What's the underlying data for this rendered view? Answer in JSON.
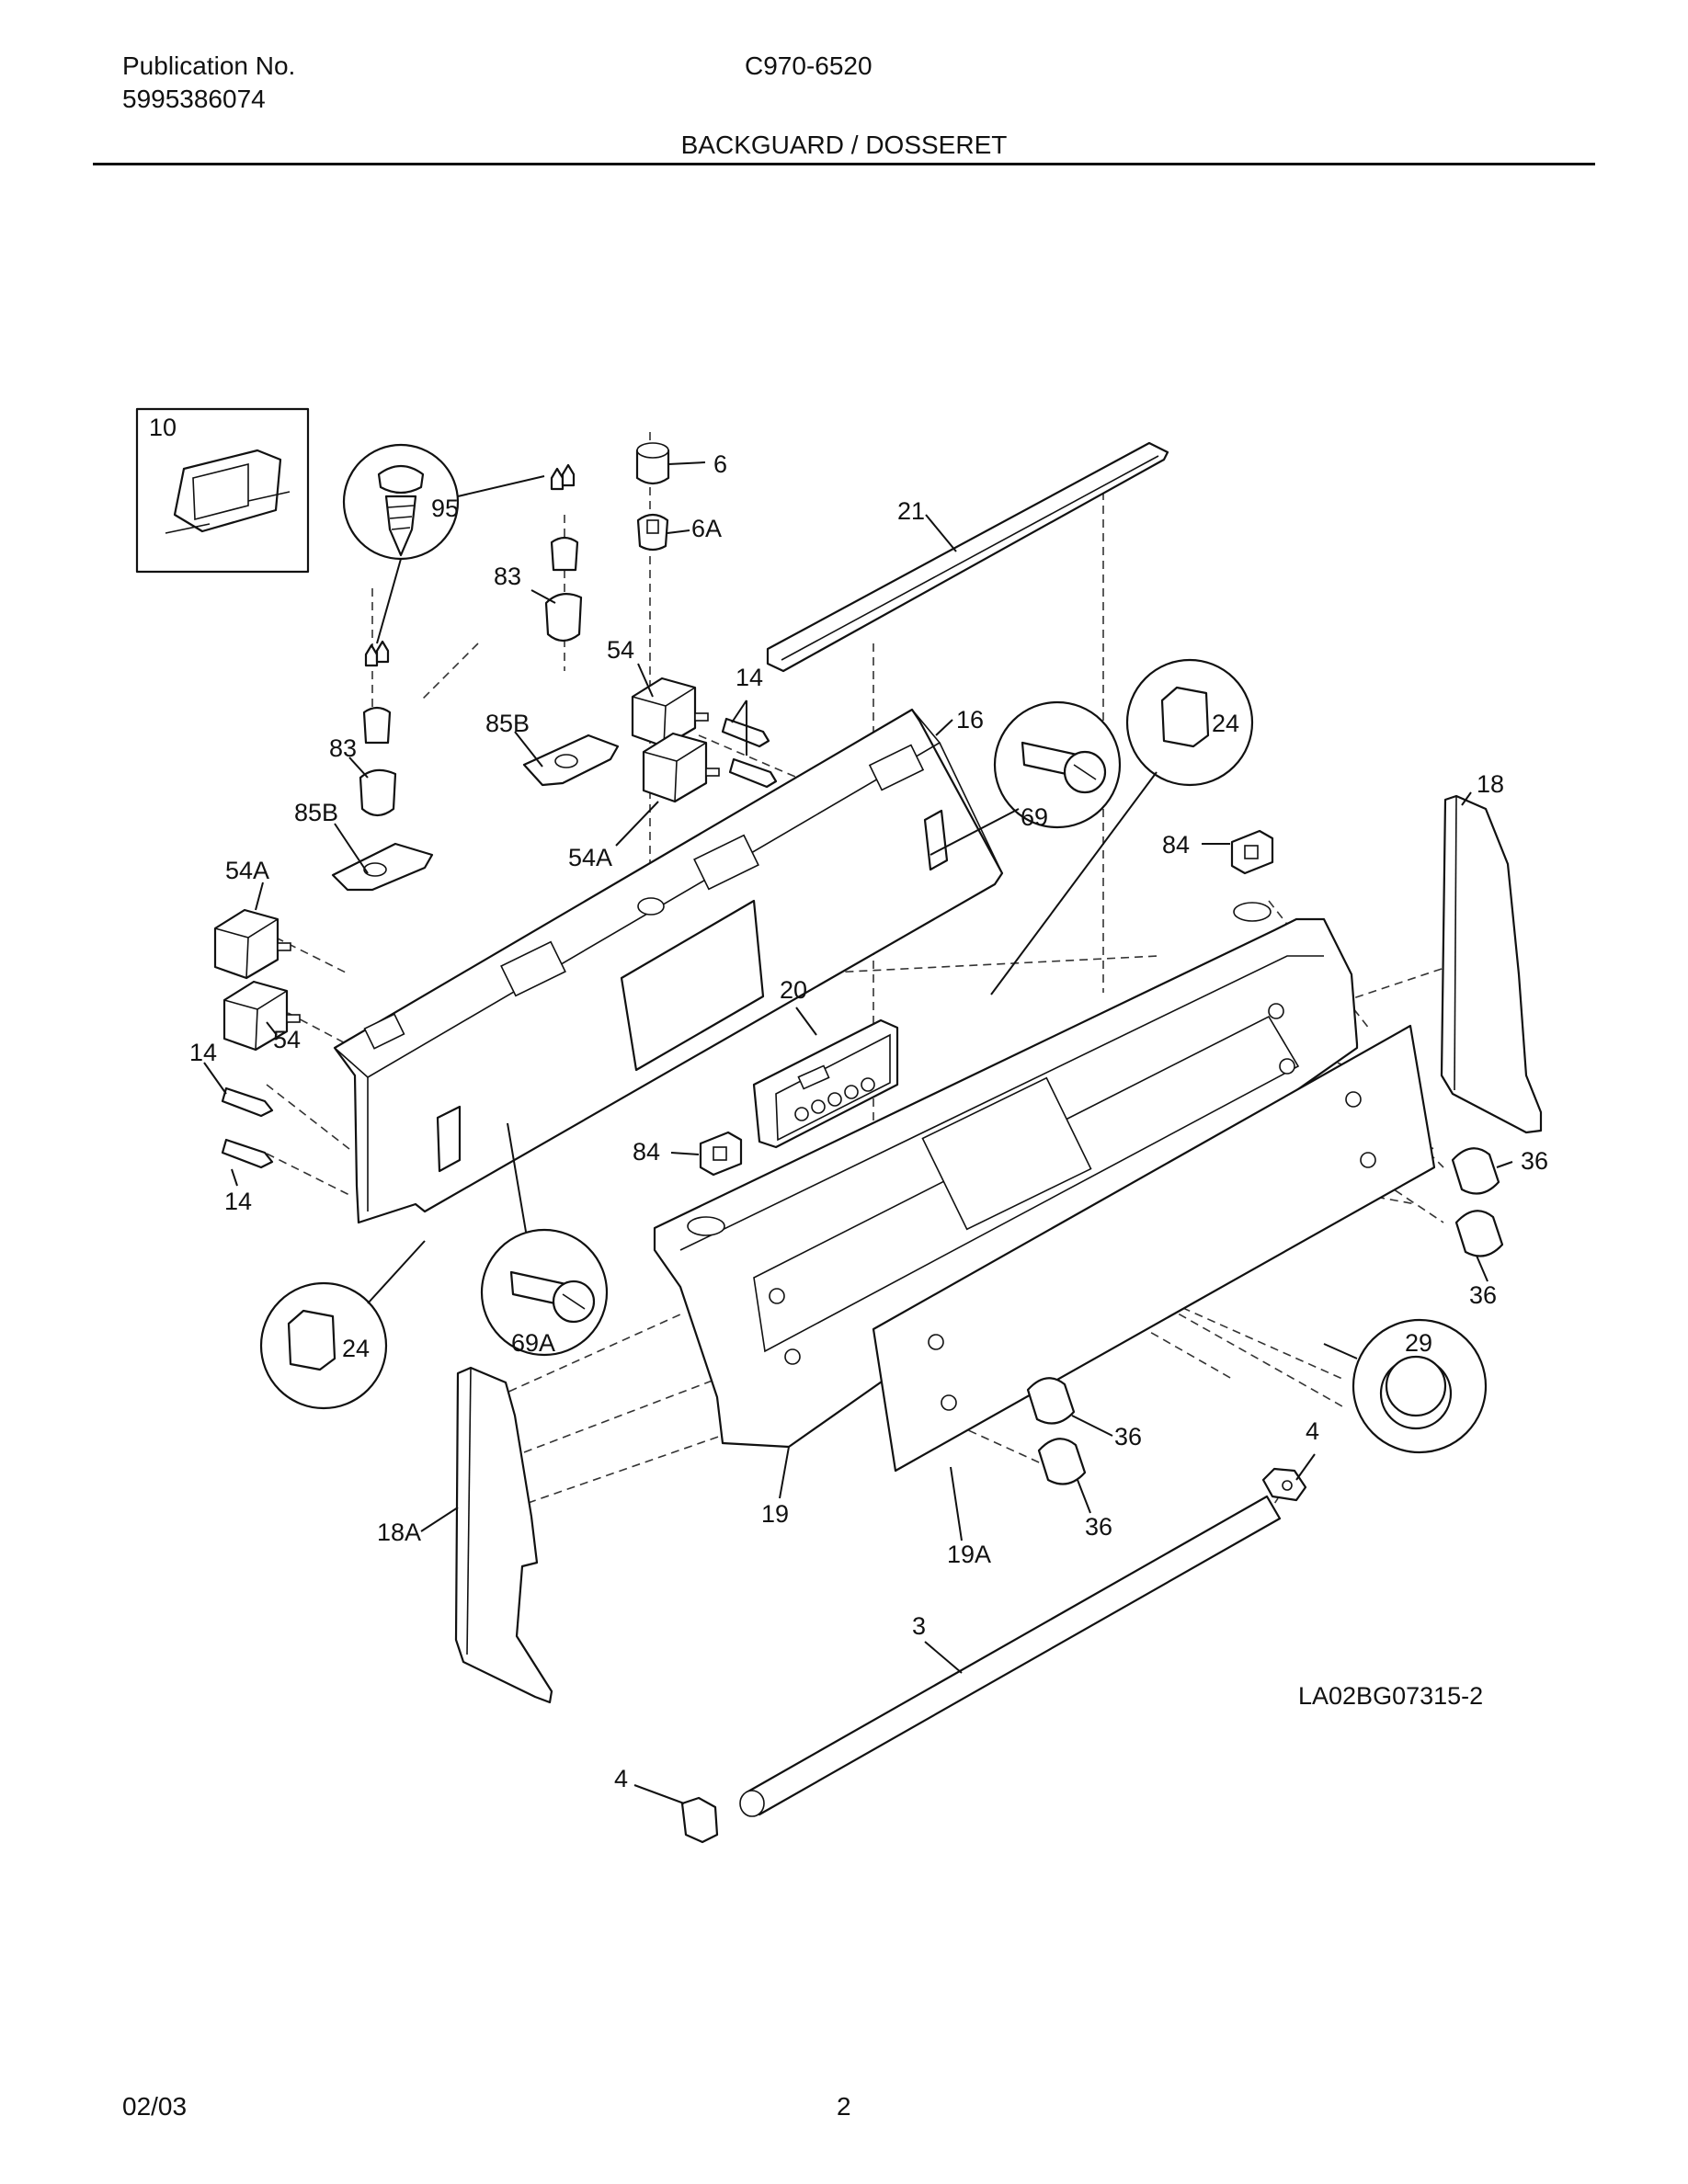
{
  "header": {
    "publication_label": "Publication No.",
    "publication_number": "5995386074",
    "model": "C970-6520",
    "title": "BACKGUARD / DOSSERET"
  },
  "footer": {
    "date": "02/03",
    "page": "2"
  },
  "diagram": {
    "drawing_id": "LA02BG07315-2",
    "callouts": [
      "10",
      "95",
      "83",
      "6",
      "6A",
      "21",
      "54",
      "14",
      "85B",
      "16",
      "83",
      "85B",
      "54A",
      "69",
      "24",
      "18",
      "84",
      "54A",
      "20",
      "14",
      "54",
      "84",
      "14",
      "36",
      "24",
      "69A",
      "29",
      "36",
      "4",
      "18A",
      "19",
      "19A",
      "36",
      "36",
      "3",
      "4"
    ]
  }
}
